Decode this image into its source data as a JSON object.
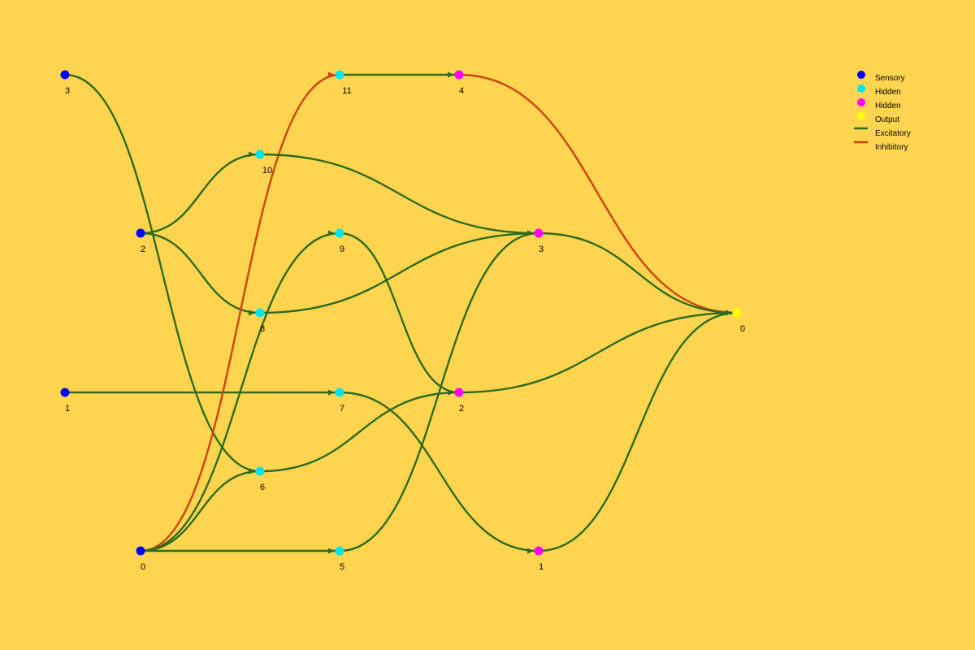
{
  "colors": {
    "background": "#FFD54F",
    "sensory": "#0000FF",
    "hidden_a": "#00E5EE",
    "hidden_b": "#FF00FF",
    "output": "#FFFF00",
    "excitatory": "#2E6B1E",
    "inhibitory": "#CC4411"
  },
  "legend": [
    {
      "kind": "dot",
      "color_key": "sensory",
      "label": "Sensory"
    },
    {
      "kind": "dot",
      "color_key": "hidden_a",
      "label": "Hidden"
    },
    {
      "kind": "dot",
      "color_key": "hidden_b",
      "label": "Hidden"
    },
    {
      "kind": "dot",
      "color_key": "output",
      "label": "Output"
    },
    {
      "kind": "line",
      "color_key": "excitatory",
      "label": "Excitatory"
    },
    {
      "kind": "line",
      "color_key": "inhibitory",
      "label": "Inhibitory"
    }
  ],
  "nodes": [
    {
      "id": "s3",
      "label": "3",
      "type": "sensory"
    },
    {
      "id": "s2",
      "label": "2",
      "type": "sensory"
    },
    {
      "id": "s1",
      "label": "1",
      "type": "sensory"
    },
    {
      "id": "s0",
      "label": "0",
      "type": "sensory"
    },
    {
      "id": "h10",
      "label": "10",
      "type": "hidden_a"
    },
    {
      "id": "h8",
      "label": "8",
      "type": "hidden_a"
    },
    {
      "id": "h6",
      "label": "6",
      "type": "hidden_a"
    },
    {
      "id": "h11",
      "label": "11",
      "type": "hidden_a"
    },
    {
      "id": "h9",
      "label": "9",
      "type": "hidden_a"
    },
    {
      "id": "h7",
      "label": "7",
      "type": "hidden_a"
    },
    {
      "id": "h5",
      "label": "5",
      "type": "hidden_a"
    },
    {
      "id": "m4",
      "label": "4",
      "type": "hidden_b"
    },
    {
      "id": "m2",
      "label": "2",
      "type": "hidden_b"
    },
    {
      "id": "m3",
      "label": "3",
      "type": "hidden_b"
    },
    {
      "id": "m1",
      "label": "1",
      "type": "hidden_b"
    },
    {
      "id": "o0",
      "label": "0",
      "type": "output"
    }
  ],
  "edges": [
    {
      "from": "s3",
      "to": "h6",
      "kind": "excitatory"
    },
    {
      "from": "s2",
      "to": "h10",
      "kind": "excitatory"
    },
    {
      "from": "s2",
      "to": "h8",
      "kind": "excitatory"
    },
    {
      "from": "s1",
      "to": "h7",
      "kind": "excitatory"
    },
    {
      "from": "s0",
      "to": "h11",
      "kind": "inhibitory"
    },
    {
      "from": "s0",
      "to": "h9",
      "kind": "excitatory"
    },
    {
      "from": "s0",
      "to": "h6",
      "kind": "excitatory"
    },
    {
      "from": "s0",
      "to": "h5",
      "kind": "excitatory"
    },
    {
      "from": "h11",
      "to": "m4",
      "kind": "excitatory"
    },
    {
      "from": "h10",
      "to": "m3",
      "kind": "excitatory"
    },
    {
      "from": "h8",
      "to": "m3",
      "kind": "excitatory"
    },
    {
      "from": "h9",
      "to": "m2",
      "kind": "excitatory"
    },
    {
      "from": "h6",
      "to": "m2",
      "kind": "excitatory"
    },
    {
      "from": "h7",
      "to": "m1",
      "kind": "excitatory"
    },
    {
      "from": "h5",
      "to": "m3",
      "kind": "excitatory"
    },
    {
      "from": "m4",
      "to": "o0",
      "kind": "inhibitory"
    },
    {
      "from": "m3",
      "to": "o0",
      "kind": "excitatory"
    },
    {
      "from": "m2",
      "to": "o0",
      "kind": "excitatory"
    },
    {
      "from": "m1",
      "to": "o0",
      "kind": "excitatory"
    }
  ]
}
